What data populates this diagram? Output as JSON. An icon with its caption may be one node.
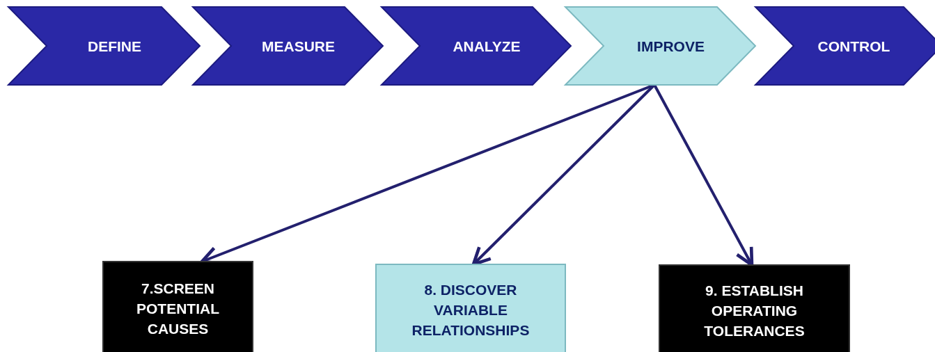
{
  "diagram": {
    "nodes": [
      {
        "text": [
          "DEFINE"
        ]
      },
      {
        "text": [
          "MEASURE"
        ]
      },
      {
        "text": [
          "ANALYZE"
        ]
      },
      {
        "text": [
          "IMPROVE"
        ]
      },
      {
        "text": [
          "CONTROL"
        ]
      },
      {
        "text": [
          "7.SCREEN POTENTIAL CAUSES"
        ]
      },
      {
        "text": [
          "8. DISCOVER VARIABLE RELATIONSHIPS"
        ]
      },
      {
        "text": [
          "9. ESTABLISH OPERATING TOLERANCES"
        ]
      }
    ],
    "edges": [
      {
        "from": 3,
        "to": 5,
        "arrow": "to"
      },
      {
        "from": 3,
        "to": 6,
        "arrow": "to"
      },
      {
        "from": 3,
        "to": 7,
        "arrow": "to"
      }
    ]
  }
}
